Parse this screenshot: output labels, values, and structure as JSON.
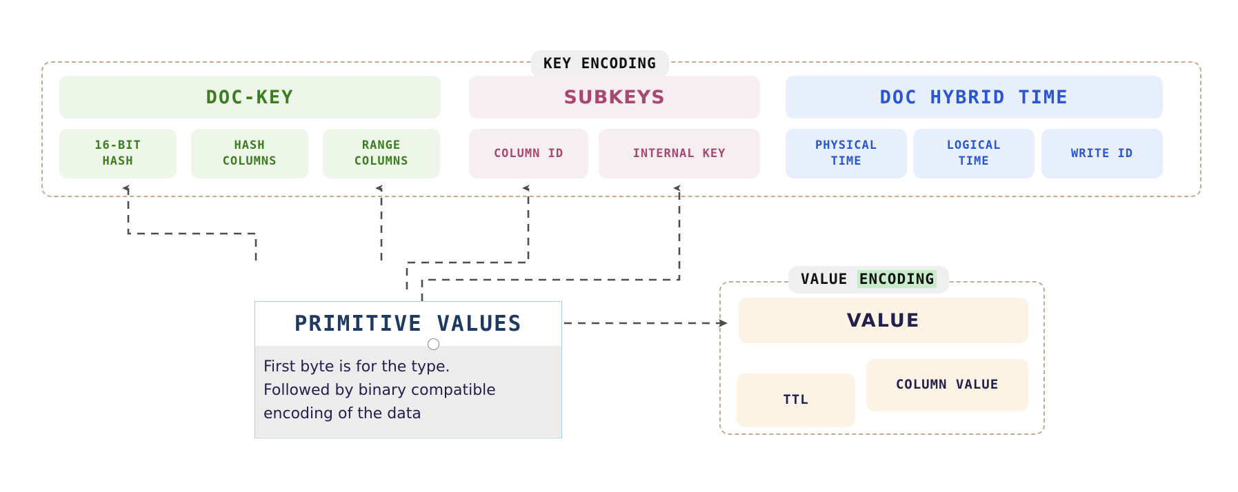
{
  "diagram": {
    "title": "DocDB key and value encoding layout",
    "colors": {
      "green_text": "#3c7d21",
      "green_bg": "#eef6ea",
      "pink_text": "#a8486f",
      "pink_bg": "#f7eef2",
      "blue_text": "#2a55d4",
      "blue_bg": "#e8effc",
      "cream_bg": "#fdf3e4",
      "navy_text": "#23204f",
      "group_border": "#c9a88d",
      "arrow": "#4d4d4d",
      "note_border": "#aecbe6",
      "note_body_bg": "#ececec",
      "highlight_green": "#c8ecc9"
    }
  },
  "key_encoding": {
    "title": "KEY ENCODING",
    "sections": [
      {
        "name": "doc-key",
        "header": "DOC-KEY",
        "chips": [
          {
            "label": "16-BIT\nHASH",
            "line1": "16-BIT",
            "line2": "HASH"
          },
          {
            "label": "HASH\nCOLUMNS",
            "line1": "HASH",
            "line2": "COLUMNS"
          },
          {
            "label": "RANGE\nCOLUMNS",
            "line1": "RANGE",
            "line2": "COLUMNS"
          }
        ]
      },
      {
        "name": "subkeys",
        "header": "SUBKEYS",
        "chips": [
          {
            "label": "COLUMN ID",
            "line1": "COLUMN ID",
            "line2": ""
          },
          {
            "label": "INTERNAL KEY",
            "line1": "INTERNAL KEY",
            "line2": ""
          }
        ]
      },
      {
        "name": "doc-hybrid-time",
        "header": "DOC HYBRID TIME",
        "chips": [
          {
            "label": "PHYSICAL\nTIME",
            "line1": "PHYSICAL",
            "line2": "TIME"
          },
          {
            "label": "LOGICAL\nTIME",
            "line1": "LOGICAL",
            "line2": "TIME"
          },
          {
            "label": "WRITE ID",
            "line1": "WRITE ID",
            "line2": ""
          }
        ]
      }
    ]
  },
  "value_encoding": {
    "title_plain": "VALUE",
    "title_highlight": "ENCODING",
    "header": "VALUE",
    "chips": [
      {
        "label": "TTL"
      },
      {
        "label": "COLUMN VALUE"
      }
    ]
  },
  "primitive_values": {
    "title": "PRIMITIVE VALUES",
    "body_line1": "First byte is for the type.",
    "body_line2": "Followed by binary compatible",
    "body_line3": "encoding of the data"
  }
}
